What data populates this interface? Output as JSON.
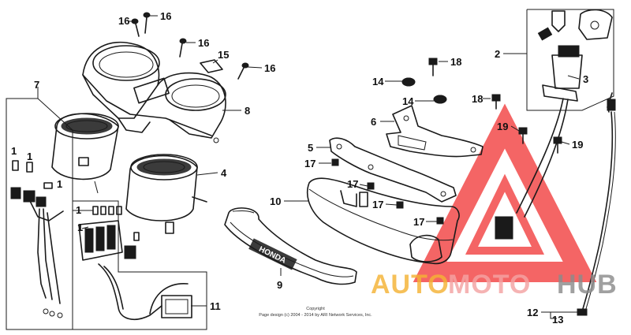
{
  "diagram": {
    "callouts": [
      {
        "id": "c16a",
        "label": "16"
      },
      {
        "id": "c16b",
        "label": "16"
      },
      {
        "id": "c16c",
        "label": "16"
      },
      {
        "id": "c16d",
        "label": "16"
      },
      {
        "id": "c15",
        "label": "15"
      },
      {
        "id": "c7",
        "label": "7"
      },
      {
        "id": "c8",
        "label": "8"
      },
      {
        "id": "c4",
        "label": "4"
      },
      {
        "id": "c1a",
        "label": "1"
      },
      {
        "id": "c1b",
        "label": "1"
      },
      {
        "id": "c1c",
        "label": "1"
      },
      {
        "id": "c1d",
        "label": "1"
      },
      {
        "id": "c1e",
        "label": "1"
      },
      {
        "id": "c11",
        "label": "11"
      },
      {
        "id": "c9",
        "label": "9"
      },
      {
        "id": "c10",
        "label": "10"
      },
      {
        "id": "c5",
        "label": "5"
      },
      {
        "id": "c6",
        "label": "6"
      },
      {
        "id": "c14a",
        "label": "14"
      },
      {
        "id": "c14b",
        "label": "14"
      },
      {
        "id": "c18a",
        "label": "18"
      },
      {
        "id": "c18b",
        "label": "18"
      },
      {
        "id": "c17a",
        "label": "17"
      },
      {
        "id": "c17b",
        "label": "17"
      },
      {
        "id": "c17c",
        "label": "17"
      },
      {
        "id": "c17d",
        "label": "17"
      },
      {
        "id": "c2",
        "label": "2"
      },
      {
        "id": "c3",
        "label": "3"
      },
      {
        "id": "c19a",
        "label": "19"
      },
      {
        "id": "c19b",
        "label": "19"
      },
      {
        "id": "c12",
        "label": "12"
      },
      {
        "id": "c13",
        "label": "13"
      }
    ],
    "copyright_line1": "Copyright",
    "copyright_line2": "Page design (c) 2004 - 2014 by ARI Network Services, Inc.",
    "visor_lettering": "HONDA"
  },
  "watermark": {
    "part1": "AUTO",
    "part2": "MOTO",
    "part3": "HUB",
    "colors": {
      "auto": "#f5b335",
      "moto": "#f4a3a3",
      "hub": "#8c8c8c",
      "triangle": "#f23a3a"
    }
  }
}
